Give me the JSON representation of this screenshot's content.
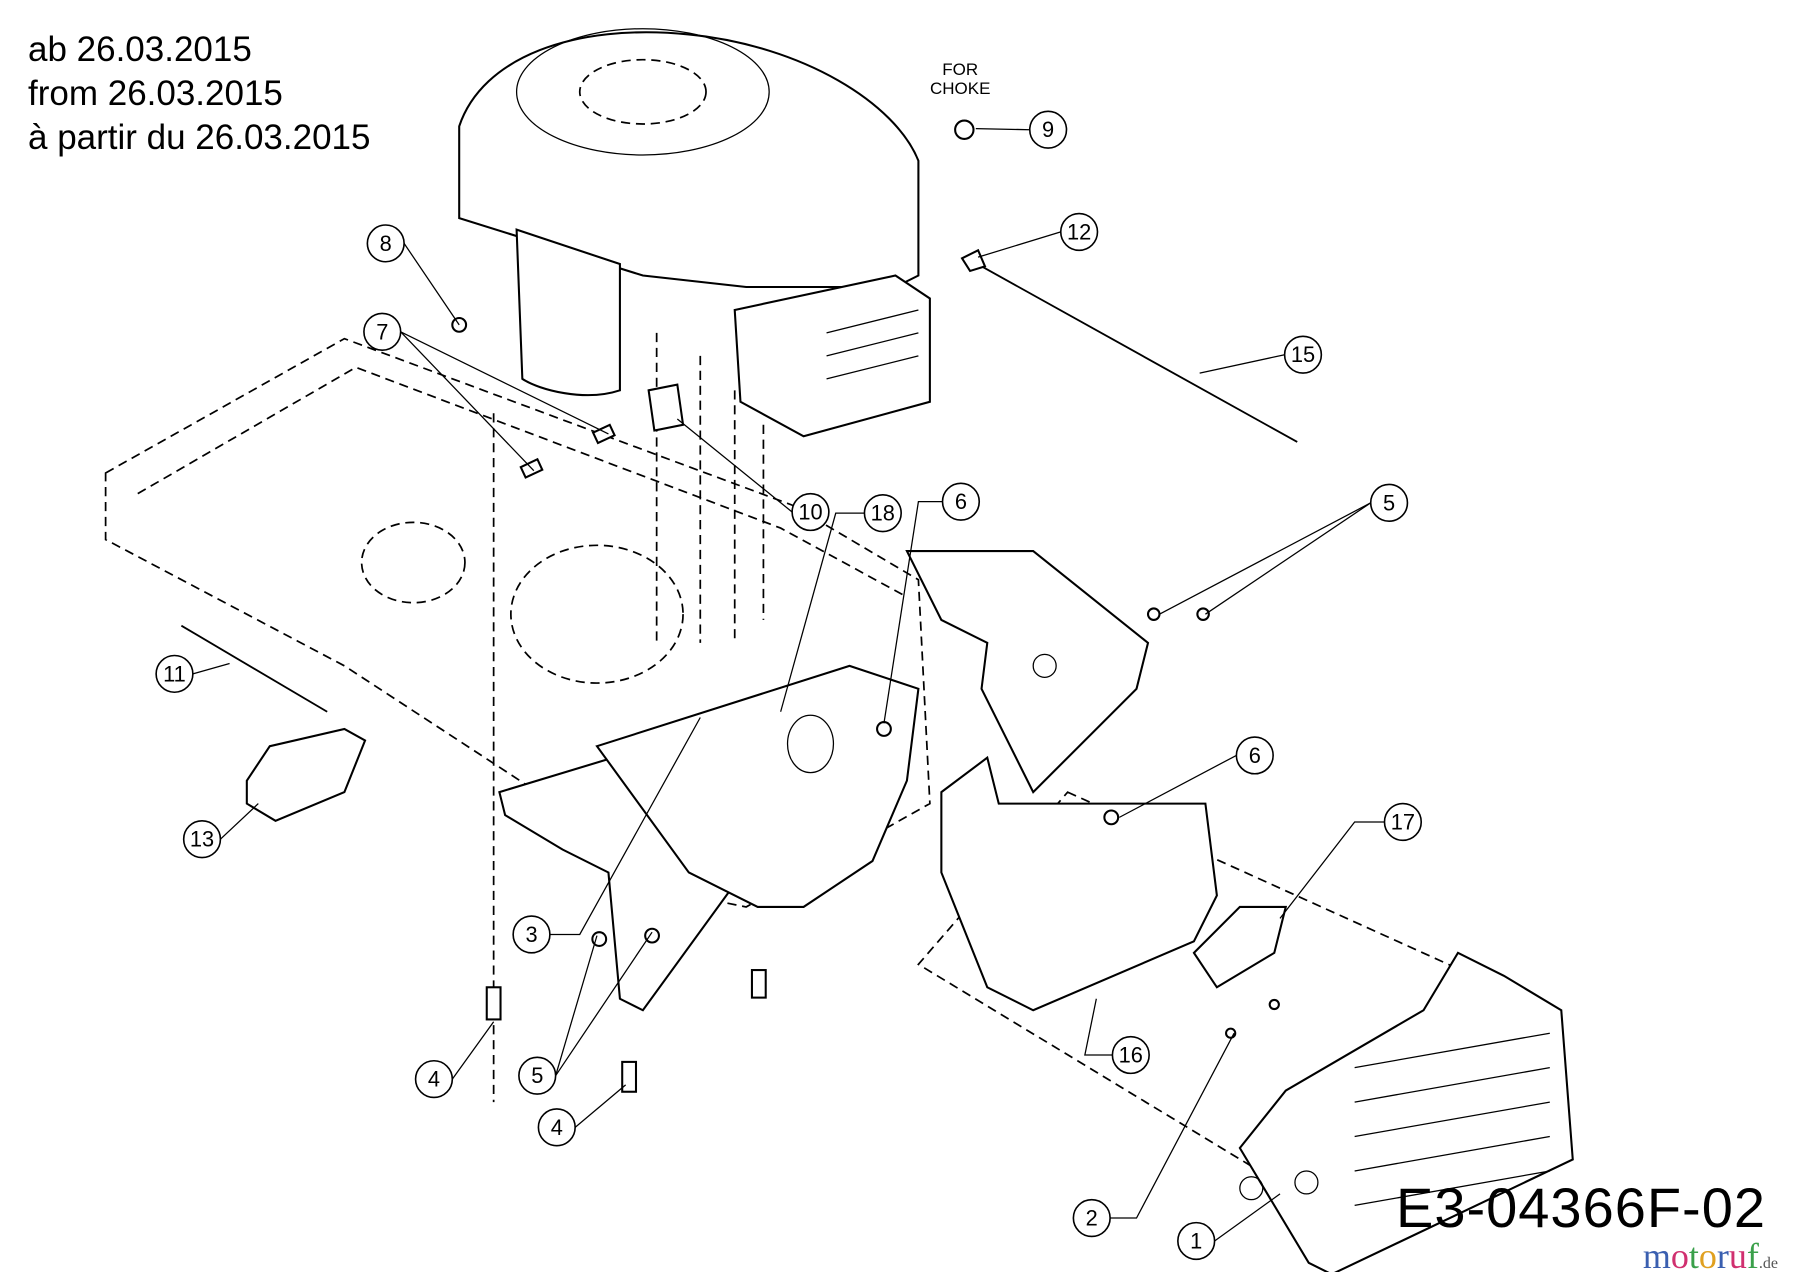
{
  "header_note": [
    "ab 26.03.2015",
    "from 26.03.2015",
    "à partir du 26.03.2015"
  ],
  "annotation": {
    "line1": "FOR",
    "line2": "CHOKE"
  },
  "drawing_code": "E3-04366F-02",
  "watermark": {
    "text": "motoruf",
    "suffix": ".de",
    "colors": [
      "#3a5fb0",
      "#d0306f",
      "#3aa04a",
      "#e0a020"
    ]
  },
  "callouts": [
    "9",
    "8",
    "12",
    "7",
    "15",
    "10",
    "18",
    "6",
    "5",
    "11",
    "6",
    "13",
    "17",
    "3",
    "16",
    "4",
    "5",
    "4",
    "2",
    "1"
  ]
}
